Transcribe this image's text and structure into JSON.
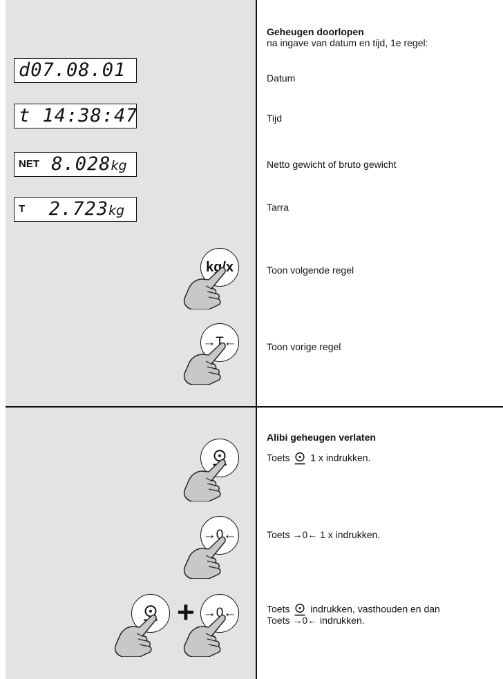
{
  "section1": {
    "title": "Geheugen doorlopen",
    "subtitle": "na ingave van datum en tijd, 1e regel:",
    "displays": [
      {
        "prefix": "",
        "value": "d07.08.01",
        "unit": ""
      },
      {
        "prefix": "",
        "value": "t 14:38:47",
        "unit": ""
      },
      {
        "prefix": "NET",
        "value": "8.028",
        "unit": "kg"
      },
      {
        "prefix": "T",
        "value": "  2.723",
        "unit": "kg"
      }
    ],
    "labels": [
      "Datum",
      "Tijd",
      "Netto gewicht of bruto gewicht",
      "Tarra"
    ],
    "key_next": {
      "label": "kg/x",
      "text": "Toon volgende regel"
    },
    "key_prev": {
      "label": "→T←",
      "text": "Toon vorige regel"
    }
  },
  "section2": {
    "title": "Alibi geheugen verlaten",
    "step1": {
      "pre": "Toets",
      "post": "1 x indrukken."
    },
    "step2": {
      "pre": "Toets",
      "post": "1 x indrukken."
    },
    "step3": {
      "line1_pre": "Toets",
      "line1_post": "indrukken, vasthouden en dan",
      "line2_pre": "Toets",
      "line2_post": "indrukken."
    },
    "key_zero_label": "→0←",
    "plus": "+"
  },
  "icons": {
    "print_key": "print-key-icon",
    "hand": "pressing-hand-icon"
  }
}
